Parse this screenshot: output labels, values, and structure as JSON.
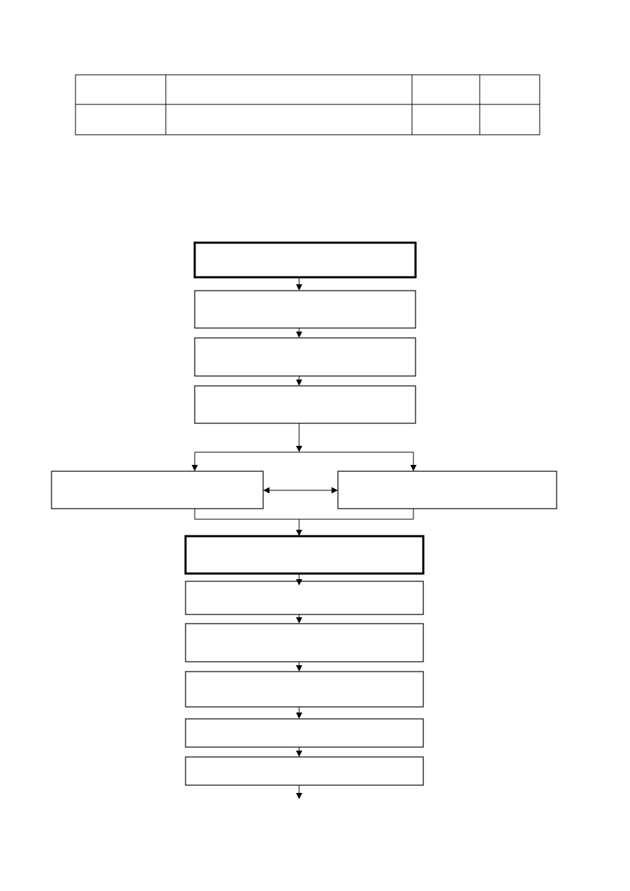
{
  "header_table": {
    "rows": [
      [
        "",
        "",
        "",
        ""
      ],
      [
        "",
        "",
        "",
        ""
      ]
    ]
  },
  "flowchart": {
    "title": "",
    "nodes": [
      {
        "id": "n1",
        "label": "",
        "emphasis": true
      },
      {
        "id": "n2",
        "label": ""
      },
      {
        "id": "n3",
        "label": ""
      },
      {
        "id": "n4",
        "label": ""
      },
      {
        "id": "n5-left",
        "label": ""
      },
      {
        "id": "n5-right",
        "label": ""
      },
      {
        "id": "n6",
        "label": "",
        "emphasis": true
      },
      {
        "id": "n7",
        "label": ""
      },
      {
        "id": "n8",
        "label": ""
      },
      {
        "id": "n9",
        "label": ""
      },
      {
        "id": "n10",
        "label": ""
      },
      {
        "id": "n11",
        "label": ""
      }
    ],
    "edges": [
      {
        "from": "n1",
        "to": "n2"
      },
      {
        "from": "n2",
        "to": "n3"
      },
      {
        "from": "n3",
        "to": "n4"
      },
      {
        "from": "n4",
        "to": "n5-left"
      },
      {
        "from": "n4",
        "to": "n5-right"
      },
      {
        "from": "n5-left",
        "to": "n5-right",
        "bidirectional": true
      },
      {
        "from": "n5-left",
        "to": "n6"
      },
      {
        "from": "n5-right",
        "to": "n6"
      },
      {
        "from": "n6",
        "to": "n7"
      },
      {
        "from": "n7",
        "to": "n8"
      },
      {
        "from": "n8",
        "to": "n9"
      },
      {
        "from": "n9",
        "to": "n10"
      },
      {
        "from": "n10",
        "to": "n11"
      },
      {
        "from": "n11",
        "to": "end"
      }
    ]
  }
}
